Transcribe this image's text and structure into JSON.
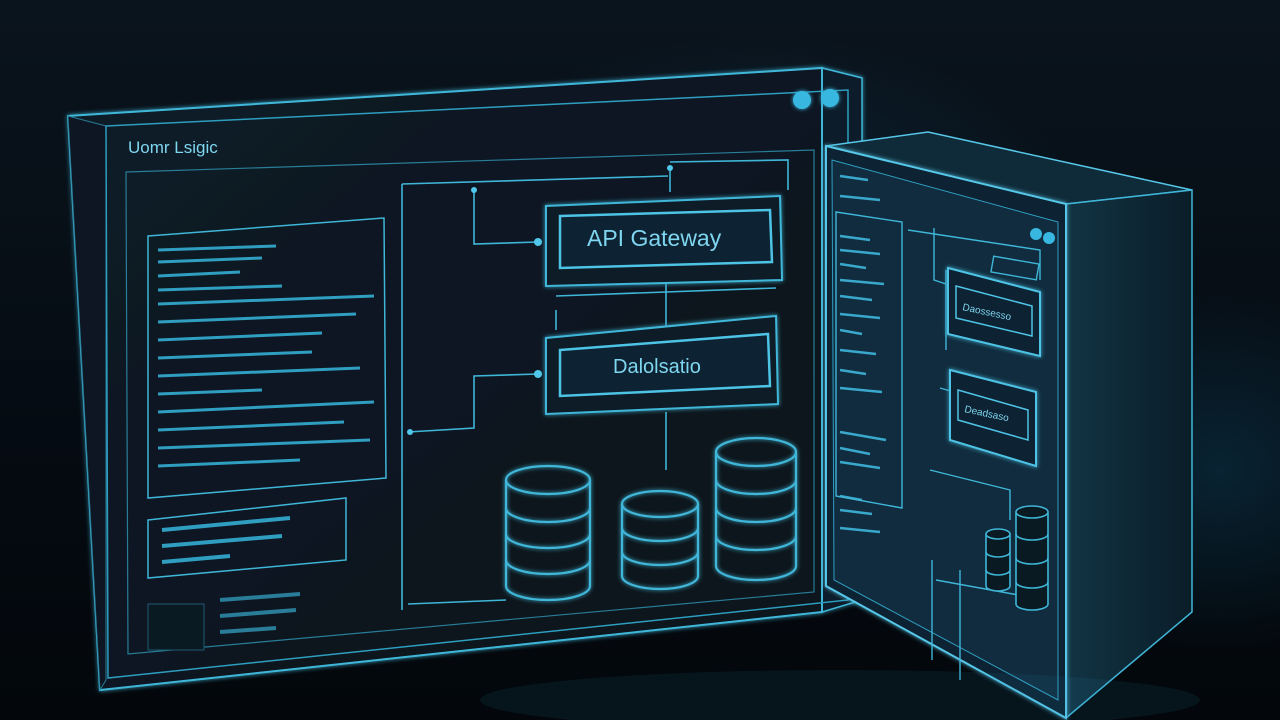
{
  "front_panel": {
    "title": "Uomr Lsigic"
  },
  "nodes": {
    "gateway_label": "API Gateway",
    "database_label": "Dalolsatio"
  },
  "side_panel": {
    "box_top_label": "Daossesso",
    "box_bottom_label": "Deadsaso"
  },
  "colors": {
    "background": "#050b12",
    "line": "#3fb6d8",
    "text": "#7fd6f0"
  },
  "icons": [
    "window-control-dot",
    "database-cylinder-icon"
  ]
}
